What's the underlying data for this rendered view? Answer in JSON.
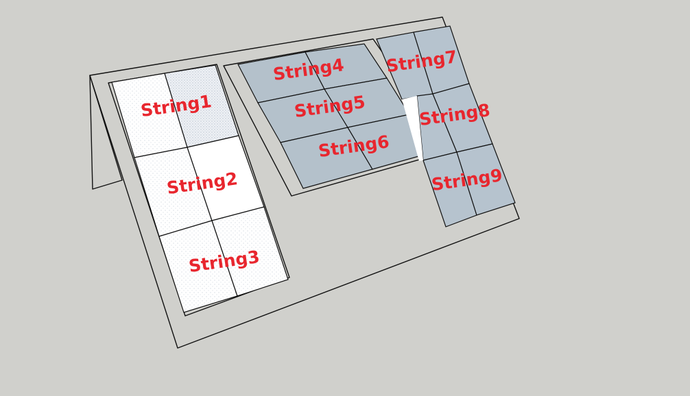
{
  "colors": {
    "background": "#d0d0cc",
    "roof_face": "#ffffff",
    "roof_side": "#a6a6a6",
    "panel_light": "#ffffff",
    "panel_blue": "#b6c3ce",
    "panel_frame": "#a9b7c2",
    "label": "#e8262e"
  },
  "strings": [
    {
      "id": "string1",
      "label": "String1",
      "group": "left-array"
    },
    {
      "id": "string2",
      "label": "String2",
      "group": "left-array"
    },
    {
      "id": "string3",
      "label": "String3",
      "group": "left-array"
    },
    {
      "id": "string4",
      "label": "String4",
      "group": "tilted-array"
    },
    {
      "id": "string5",
      "label": "String5",
      "group": "tilted-array"
    },
    {
      "id": "string6",
      "label": "String6",
      "group": "tilted-array"
    },
    {
      "id": "string7",
      "label": "String7",
      "group": "right-array"
    },
    {
      "id": "string8",
      "label": "String8",
      "group": "right-array"
    },
    {
      "id": "string9",
      "label": "String9",
      "group": "right-array"
    }
  ]
}
